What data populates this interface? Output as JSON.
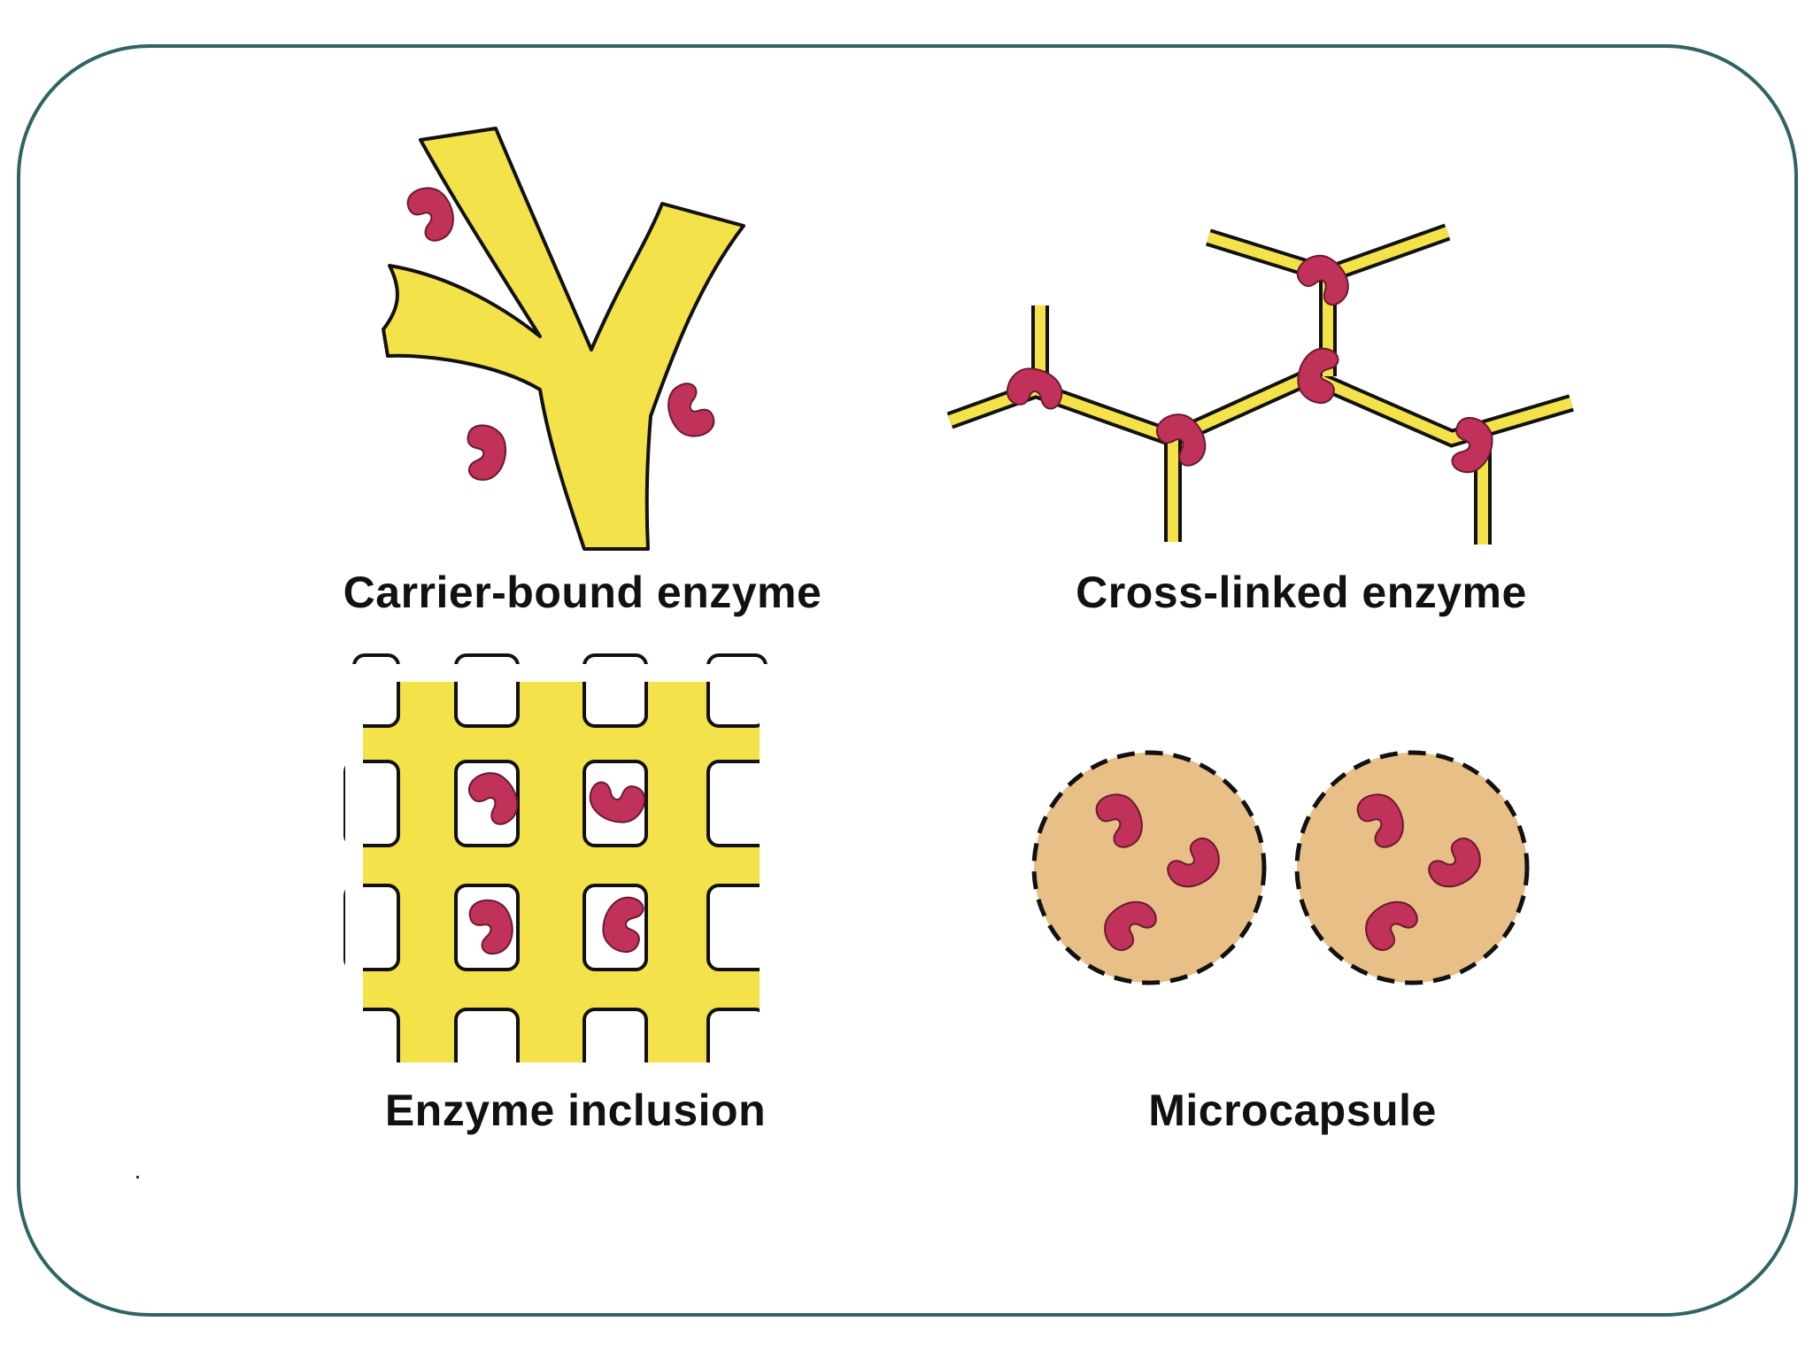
{
  "panels": [
    {
      "id": "carrier-bound",
      "caption": "Carrier-bound enzyme"
    },
    {
      "id": "cross-linked",
      "caption": "Cross-linked enzyme"
    },
    {
      "id": "inclusion",
      "caption": "Enzyme inclusion"
    },
    {
      "id": "microcapsule",
      "caption": "Microcapsule"
    }
  ],
  "colors": {
    "frame_border": "#2f6462",
    "carrier_yellow": "#f4e24a",
    "enzyme_red": "#c0325a",
    "capsule_fill": "#e8bf86",
    "outline": "#111111"
  },
  "icons": [
    "enzyme-icon",
    "carrier-fiber",
    "lattice-grid",
    "capsule"
  ]
}
